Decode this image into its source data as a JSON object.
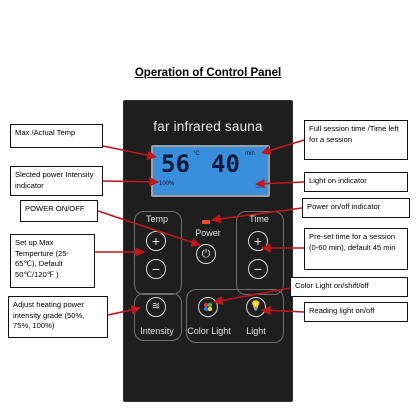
{
  "title": "Operation of Control Panel",
  "panel": {
    "brand": "far infrared sauna",
    "display": {
      "temp_value": "56",
      "temp_unit": "°C",
      "time_value": "40",
      "time_unit": "min",
      "power_readout": "100%"
    },
    "labels": {
      "temp": "Temp",
      "time": "Time",
      "power": "Power",
      "intensity": "Intensity",
      "color_light": "Color Light",
      "light": "Light"
    }
  },
  "callouts": {
    "max_actual_temp": "Max /Actual Temp",
    "power_intensity_indicator": "Slected power Intensity indicator",
    "power_onoff": "POWER ON/OFF",
    "set_max_temp": "Set up Max Temperture (25-65℃), Default 50℃/120℉ )",
    "adjust_heating": "Adjust heating power intensity grade (50%, 75%, 100%)",
    "full_session_time": "Full session time /Time left for a session",
    "light_on_indicator": "Light on indicator",
    "power_indicator": "Power on/off indicator",
    "preset_time": "Pre-set time for a session (0-60 min), default 45 min",
    "color_light": "Color Light on/shift/off",
    "reading_light": "Reading light on/off"
  },
  "colors": {
    "panel_bg": "#1e1e1e",
    "lcd": "#3a8fdc",
    "arrow": "#c0161c",
    "power_led": "#ff4a2b"
  }
}
